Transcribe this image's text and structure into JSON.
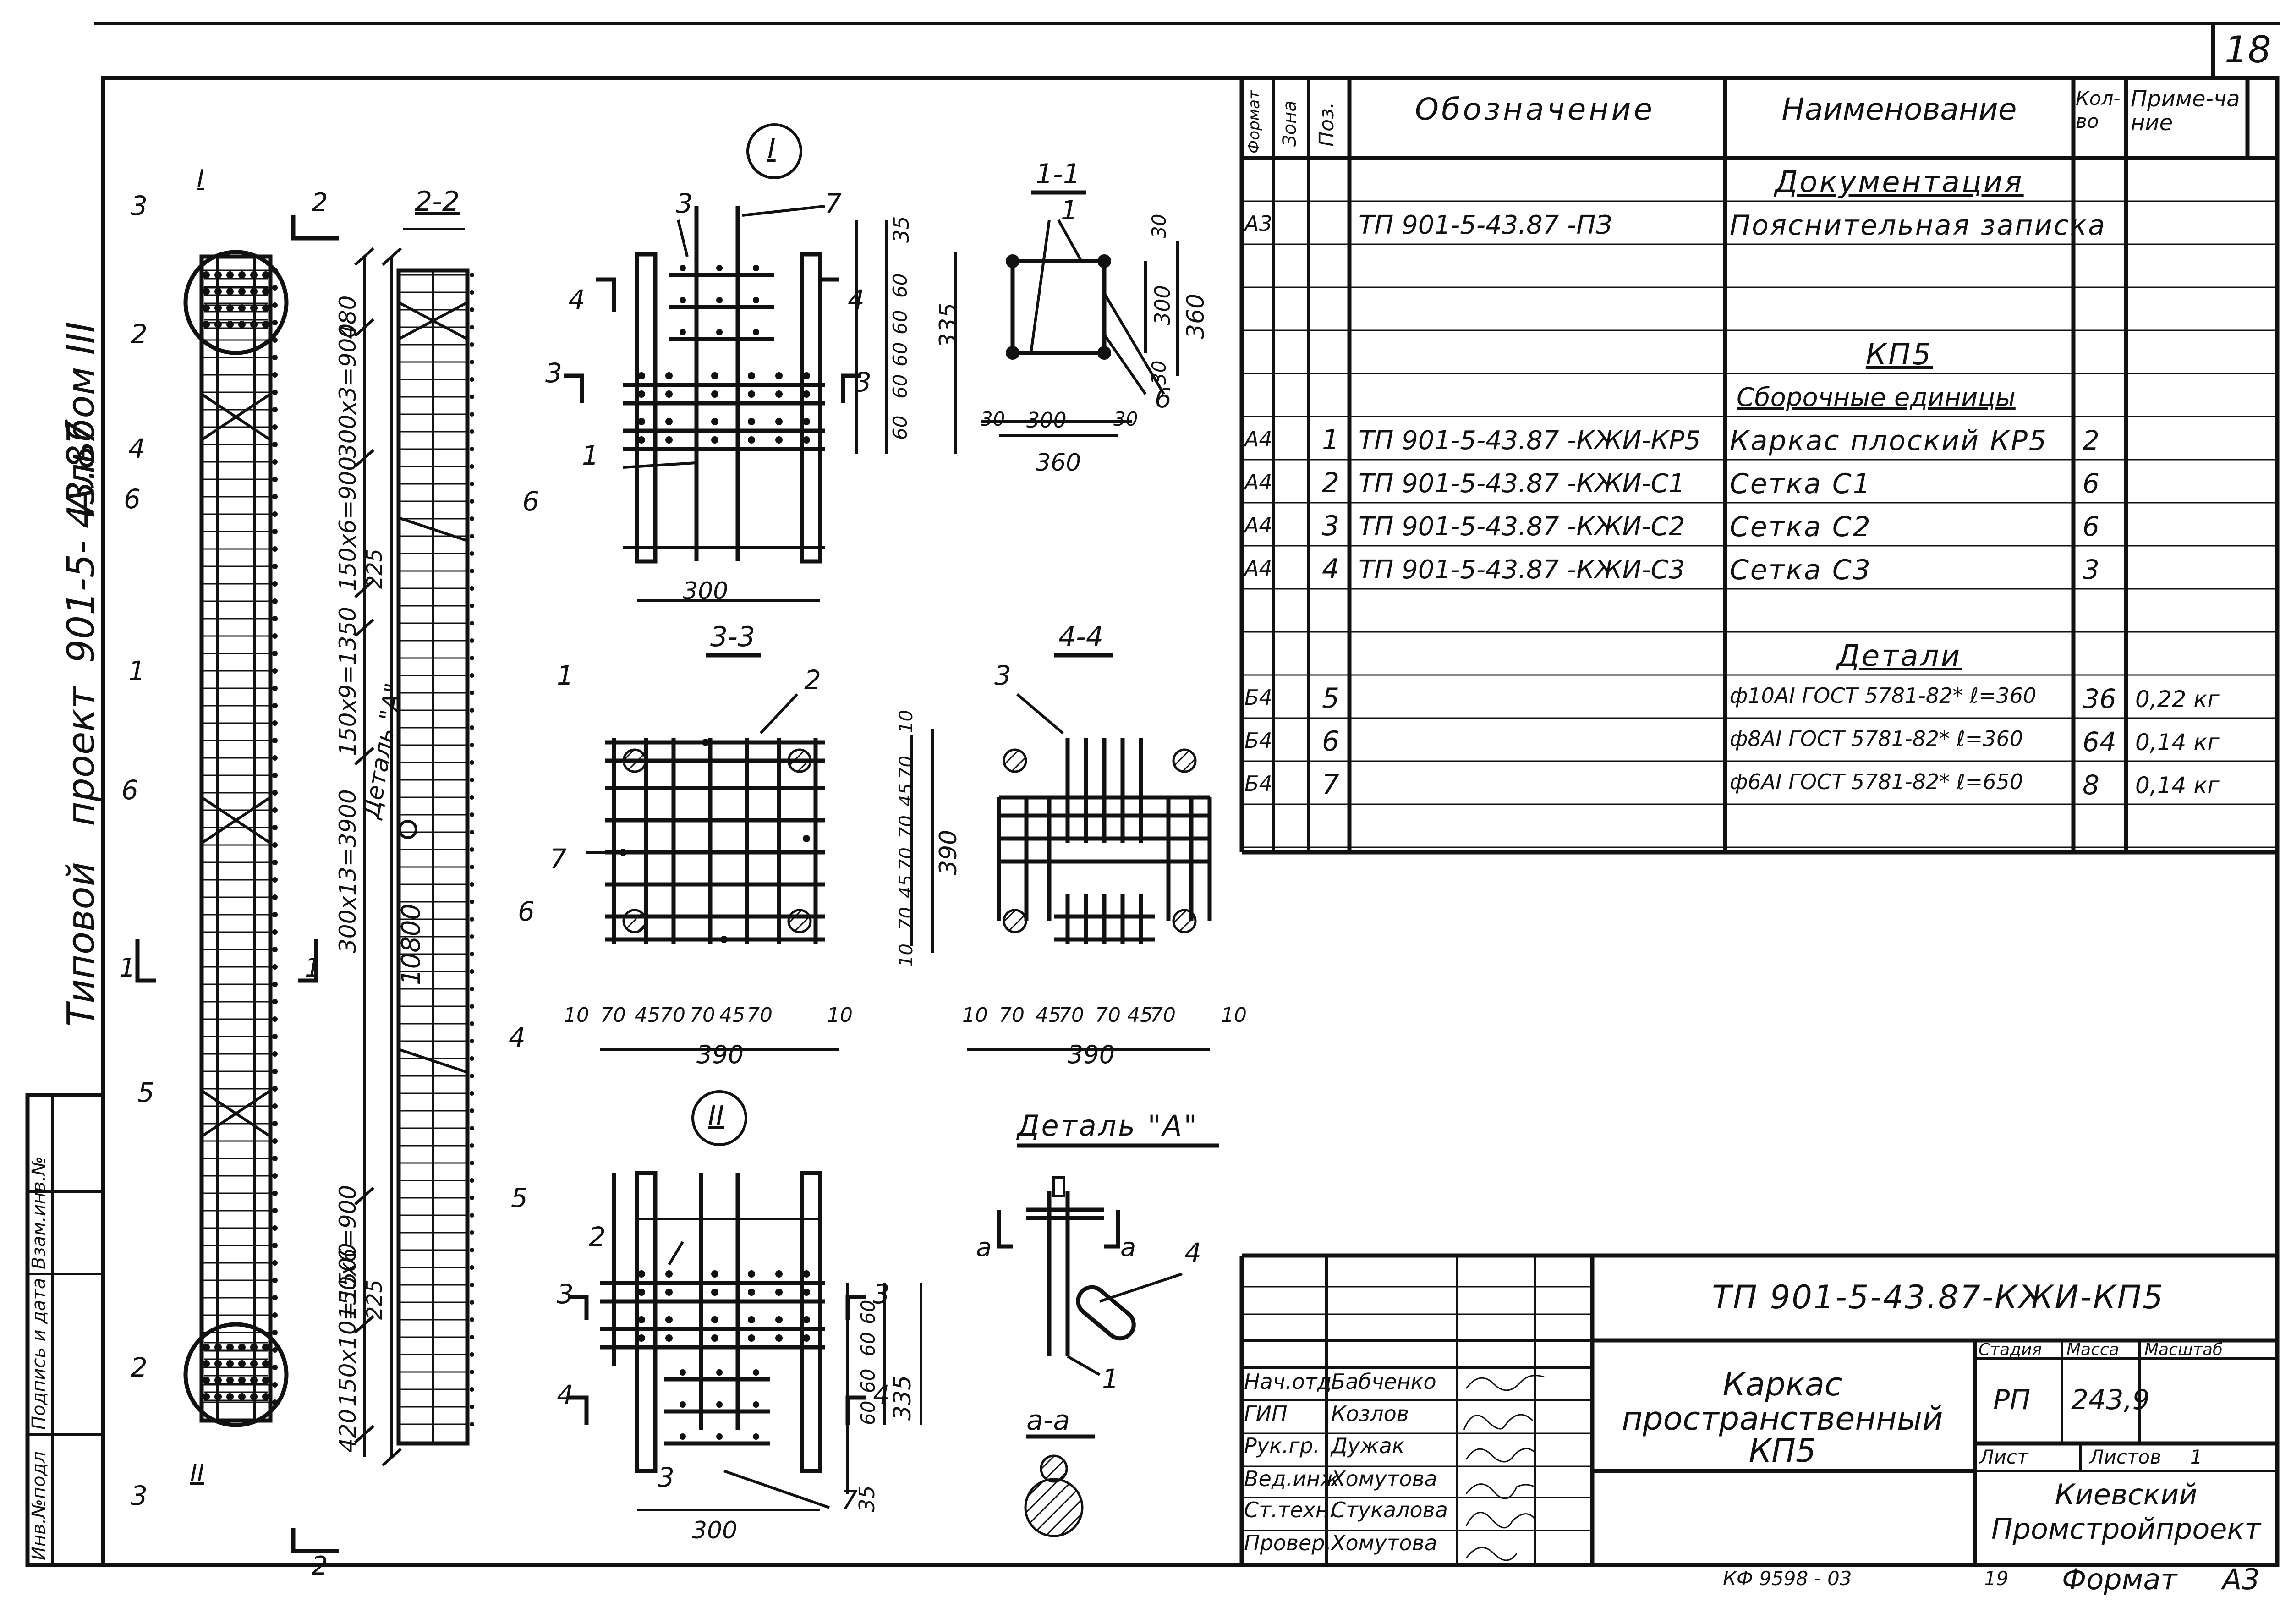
{
  "sheet": {
    "number": "18",
    "format_label": "Формат",
    "format_value": "А3",
    "archive_code": "КФ 9598 - 03",
    "side_num": "19"
  },
  "side": {
    "project": "Типовой   проект  901-5- 43.87",
    "album": "Альбом III",
    "stamp_cols": [
      "Инв.№подл",
      "Подпись и дата",
      "Взам.инв.№"
    ]
  },
  "spec": {
    "headers": {
      "format": "Формат",
      "zone": "Зона",
      "pos": "Поз.",
      "designation": "Обозначение",
      "name": "Наименование",
      "qty": "Кол-во",
      "note": "Приме-чание"
    },
    "rows": [
      {
        "type": "section",
        "name": "Документация"
      },
      {
        "format": "А3",
        "pos": "",
        "designation": "ТП 901-5-43.87 -ПЗ",
        "name": "Пояснительная записка",
        "qty": "",
        "note": ""
      },
      {
        "type": "blank"
      },
      {
        "type": "blank"
      },
      {
        "type": "section",
        "name": "КП5"
      },
      {
        "type": "subsection",
        "name": "Сборочные  единицы"
      },
      {
        "format": "А4",
        "pos": "1",
        "designation": "ТП 901-5-43.87 -КЖИ-КР5",
        "name": "Каркас  плоский КР5",
        "qty": "2",
        "note": ""
      },
      {
        "format": "А4",
        "pos": "2",
        "designation": "ТП 901-5-43.87 -КЖИ-С1",
        "name": "Сетка  С1",
        "qty": "6",
        "note": ""
      },
      {
        "format": "А4",
        "pos": "3",
        "designation": "ТП 901-5-43.87 -КЖИ-С2",
        "name": "Сетка  С2",
        "qty": "6",
        "note": ""
      },
      {
        "format": "А4",
        "pos": "4",
        "designation": "ТП 901-5-43.87 -КЖИ-С3",
        "name": "Сетка  С3",
        "qty": "3",
        "note": ""
      },
      {
        "type": "blank"
      },
      {
        "type": "section",
        "name": "Детали"
      },
      {
        "format": "Б4",
        "pos": "5",
        "designation": "",
        "name": "ф10АI ГОСТ 5781-82* ℓ=360",
        "qty": "36",
        "note": "0,22 кг"
      },
      {
        "format": "Б4",
        "pos": "6",
        "designation": "",
        "name": "ф8АI ГОСТ 5781-82* ℓ=360",
        "qty": "64",
        "note": "0,14 кг"
      },
      {
        "format": "Б4",
        "pos": "7",
        "designation": "",
        "name": "ф6АI ГОСТ 5781-82* ℓ=650",
        "qty": "8",
        "note": "0,14 кг"
      },
      {
        "type": "blank"
      }
    ]
  },
  "title_block": {
    "code": "ТП 901-5-43.87-КЖИ-КП5",
    "name_lines": [
      "Каркас",
      "пространственный",
      "КП5"
    ],
    "people": [
      {
        "role": "Нач.отд",
        "name": "Бабченко"
      },
      {
        "role": "",
        "name": ""
      },
      {
        "role": "ГИП",
        "name": "Козлов"
      },
      {
        "role": "Рук.гр.",
        "name": "Дужак"
      },
      {
        "role": "Вед.инж.",
        "name": "Хомутова"
      },
      {
        "role": "Ст.техн.",
        "name": "Стукалова"
      },
      {
        "role": "Провер.",
        "name": "Хомутова"
      }
    ],
    "stage_label": "Стадия",
    "stage": "РП",
    "mass_label": "Масса",
    "mass": "243,9",
    "scale_label": "Масштаб",
    "sheet_label": "Лист",
    "sheets_label": "Листов",
    "sheets": "1",
    "org_lines": [
      "Киевский",
      "Промстройпроект"
    ]
  },
  "drawing": {
    "views": {
      "s22": "2-2",
      "s11": "1-1",
      "s33": "3-3",
      "s44": "4-4",
      "nodeI": "I",
      "nodeII": "II",
      "detailA": "Деталь \"А\"",
      "saa": "а-а",
      "detailA_ref": "Деталь \"А\""
    },
    "main_dims": [
      "480",
      "300х3=900",
      "150х6=900",
      "225",
      "150х9=1350",
      "300х13=3900",
      "10800",
      "150х6=900",
      "225",
      "150х10=1500",
      "420"
    ],
    "callouts": [
      "1",
      "2",
      "3",
      "4",
      "5",
      "6",
      "7"
    ],
    "sec_marks": [
      "1",
      "2",
      "3",
      "4",
      "а"
    ],
    "dims": {
      "d35": "35",
      "d60": "60",
      "d335": "335",
      "d300": "300",
      "d360": "360",
      "d30": "30",
      "d390": "390",
      "d10": "10",
      "d70": "70",
      "d45": "45"
    }
  }
}
